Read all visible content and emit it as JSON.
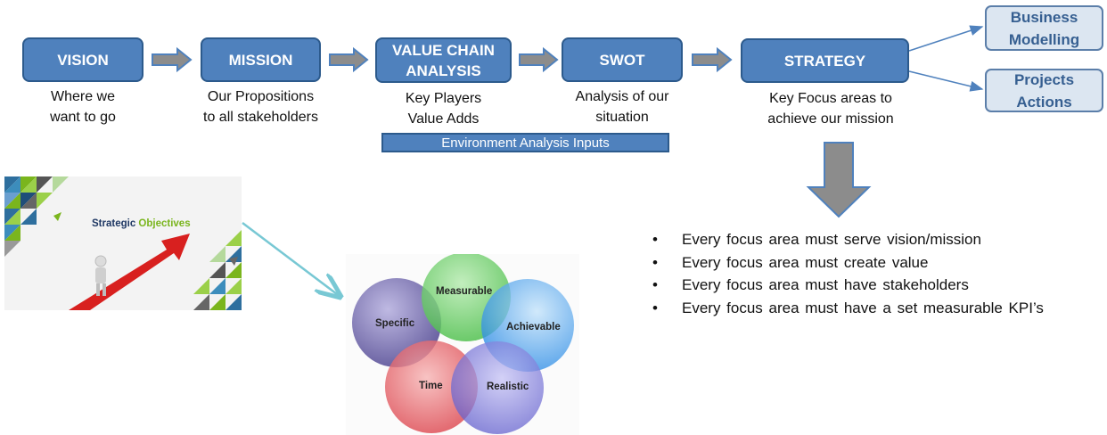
{
  "flow": [
    {
      "label": "VISION",
      "sub": "Where we\nwant to go"
    },
    {
      "label": "MISSION",
      "sub": "Our Propositions\nto all stakeholders"
    },
    {
      "label": "VALUE CHAIN\nANALYSIS",
      "sub": "Key Players\nValue Adds"
    },
    {
      "label": "SWOT",
      "sub": "Analysis of our\nsituation"
    },
    {
      "label": "STRATEGY",
      "sub": "Key Focus areas to\nachieve our mission"
    }
  ],
  "env_inputs": "Environment Analysis Inputs",
  "outputs": [
    {
      "label": "Business\nModelling"
    },
    {
      "label": "Projects\nActions"
    }
  ],
  "bullets": [
    "Every focus area must serve vision/mission",
    "Every focus area must create value",
    "Every focus area must have stakeholders",
    "Every focus area must have a set measurable  KPI’s"
  ],
  "strategic_image": {
    "title_part1": "Strategic ",
    "title_part2": "Objectives"
  },
  "smart_venn": {
    "circles": [
      {
        "label": "Measurable",
        "color": "#5cc85a"
      },
      {
        "label": "Achievable",
        "color": "#3b9bea"
      },
      {
        "label": "Specific",
        "color": "#6a61a8"
      },
      {
        "label": "Time",
        "color": "#e04a52"
      },
      {
        "label": "Realistic",
        "color": "#6f6cd0"
      }
    ]
  },
  "colors": {
    "box_fill": "#4f81bd",
    "box_border": "#2c5a8c",
    "arrow_gray": "#8c8c8c",
    "connector": "#4f81bd",
    "teal_arrow": "#78c8d4"
  }
}
